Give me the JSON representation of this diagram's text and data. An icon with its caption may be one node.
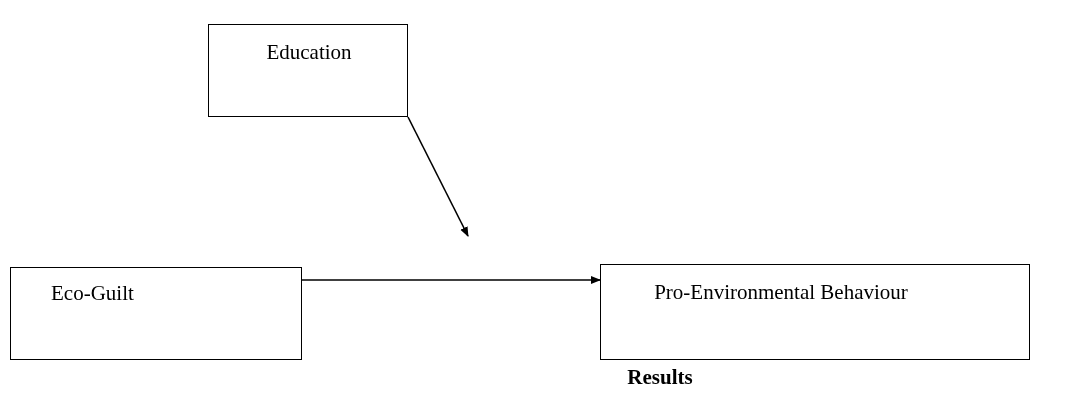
{
  "diagram": {
    "caption": "Results",
    "nodes": [
      {
        "text": [
          "Education"
        ]
      },
      {
        "text": [
          "Eco-Guilt"
        ]
      },
      {
        "text": [
          "Pro-Environmental Behaviour"
        ]
      }
    ],
    "edges": [
      {
        "from": 1,
        "to": 2,
        "arrow": "to"
      },
      {
        "from": 0,
        "to": null,
        "arrow": "to"
      }
    ]
  }
}
